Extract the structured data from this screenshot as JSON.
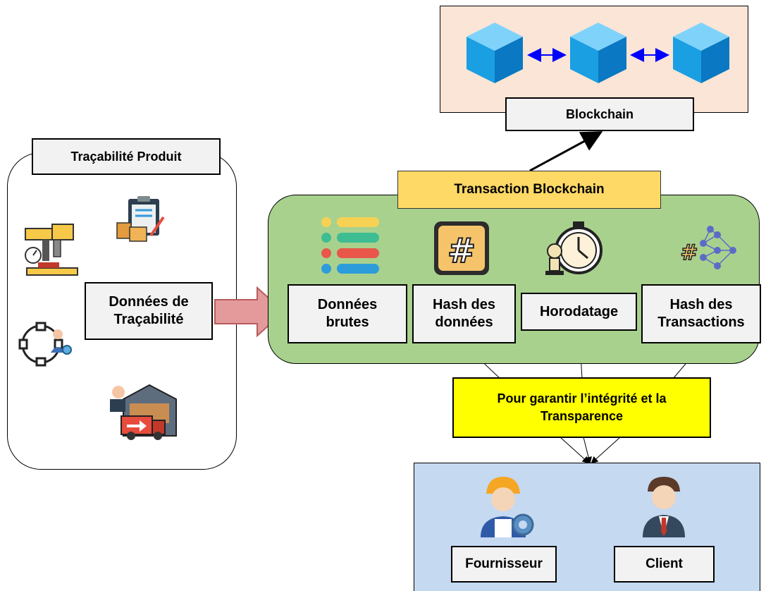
{
  "diagram": {
    "blockchain": {
      "label": "Blockchain"
    },
    "tracability": {
      "title": "Traçabilité Produit",
      "center_label": "Données de Traçabilité",
      "icons": [
        "machine-icon",
        "clipboard-boxes-icon",
        "gear-worker-icon",
        "warehouse-truck-icon"
      ]
    },
    "transaction": {
      "title": "Transaction Blockchain",
      "items": [
        {
          "label": "Données brutes",
          "icon": "data-list-icon"
        },
        {
          "label": "Hash des données",
          "icon": "hash-icon"
        },
        {
          "label": "Horodatage",
          "icon": "stopwatch-icon"
        },
        {
          "label": "Hash des Transactions",
          "icon": "hash-network-icon"
        }
      ]
    },
    "guarantee": {
      "label": "Pour garantir l’intégrité et la Transparence"
    },
    "stakeholders": [
      {
        "label": "Fournisseur",
        "icon": "supplier-worker-icon"
      },
      {
        "label": "Client",
        "icon": "client-businessman-icon"
      }
    ],
    "colors": {
      "blockchain_panel": "#fbe5d6",
      "transaction_panel": "#a9d18e",
      "transaction_title": "#ffd966",
      "guarantee": "#ffff00",
      "stakeholder_panel": "#c5d9f1",
      "arrow_main": "#e49a9a",
      "cube": "#1aa3e8"
    }
  }
}
